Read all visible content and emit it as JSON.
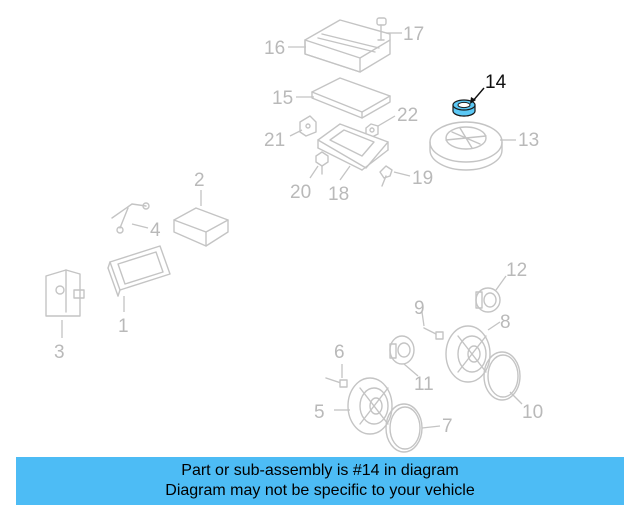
{
  "diagram": {
    "highlighted_part": "14",
    "callouts": [
      "1",
      "2",
      "3",
      "4",
      "5",
      "6",
      "7",
      "8",
      "9",
      "10",
      "11",
      "12",
      "13",
      "14",
      "15",
      "16",
      "17",
      "18",
      "19",
      "20",
      "21",
      "22"
    ],
    "colors": {
      "highlight_part": "#5bc8f5",
      "highlight_label": "#111111",
      "dim": "#b9b9b9"
    }
  },
  "banner": {
    "line1": "Part or sub-assembly is #14 in diagram",
    "line2": "Diagram may not be specific to your vehicle",
    "color": "#4dbcf5"
  }
}
